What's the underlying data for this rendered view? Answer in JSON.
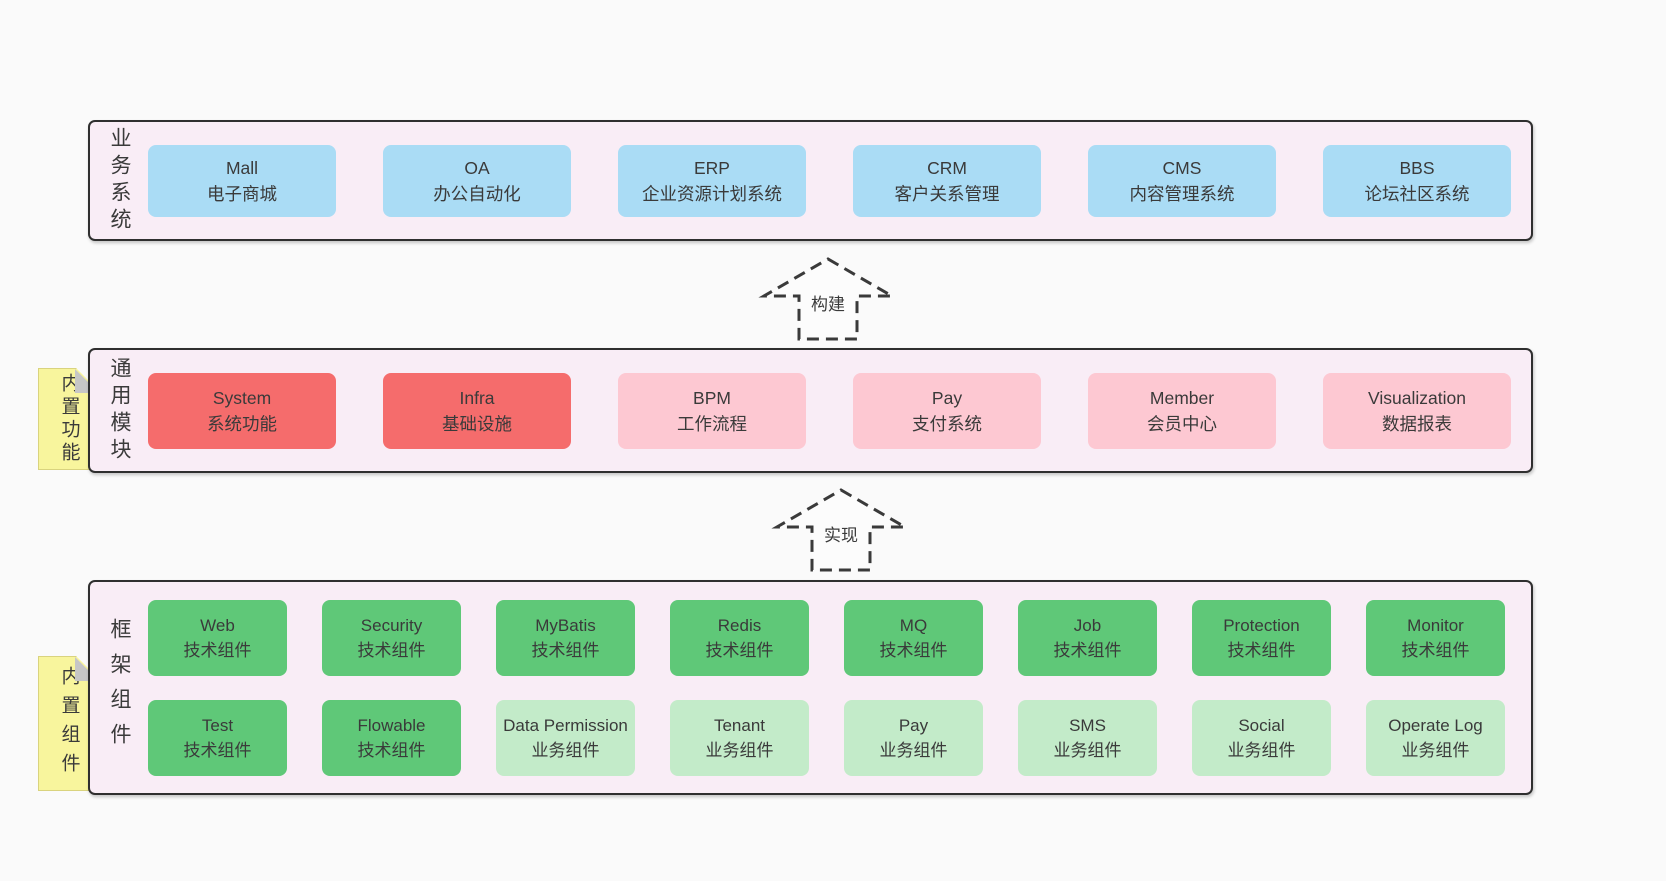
{
  "palette": {
    "page_bg": "#fafafa",
    "panel_bg": "#f9edf6",
    "panel_border": "#2f2f2f",
    "box_blue": "#aadcf5",
    "box_red": "#f56c6c",
    "box_pink": "#fdc8d2",
    "box_green_dark": "#5fc878",
    "box_green_light": "#c3ebc9",
    "note_yellow": "#f8f59d",
    "note_fold_gray": "#c6c6c6",
    "text": "#3a3a3a"
  },
  "arrows": {
    "build": "构建",
    "implement": "实现"
  },
  "sections": {
    "business": {
      "label": "业务系统",
      "boxes": [
        {
          "title": "Mall",
          "subtitle": "电子商城"
        },
        {
          "title": "OA",
          "subtitle": "办公自动化"
        },
        {
          "title": "ERP",
          "subtitle": "企业资源计划系统"
        },
        {
          "title": "CRM",
          "subtitle": "客户关系管理"
        },
        {
          "title": "CMS",
          "subtitle": "内容管理系统"
        },
        {
          "title": "BBS",
          "subtitle": "论坛社区系统"
        }
      ]
    },
    "modules": {
      "label": "通用模块",
      "note": "内置功能",
      "boxes": [
        {
          "title": "System",
          "subtitle": "系统功能"
        },
        {
          "title": "Infra",
          "subtitle": "基础设施"
        },
        {
          "title": "BPM",
          "subtitle": "工作流程"
        },
        {
          "title": "Pay",
          "subtitle": "支付系统"
        },
        {
          "title": "Member",
          "subtitle": "会员中心"
        },
        {
          "title": "Visualization",
          "subtitle": "数据报表"
        }
      ]
    },
    "components": {
      "label": "框架组件",
      "note": "内置组件",
      "row1": [
        {
          "title": "Web",
          "subtitle": "技术组件"
        },
        {
          "title": "Security",
          "subtitle": "技术组件"
        },
        {
          "title": "MyBatis",
          "subtitle": "技术组件"
        },
        {
          "title": "Redis",
          "subtitle": "技术组件"
        },
        {
          "title": "MQ",
          "subtitle": "技术组件"
        },
        {
          "title": "Job",
          "subtitle": "技术组件"
        },
        {
          "title": "Protection",
          "subtitle": "技术组件"
        },
        {
          "title": "Monitor",
          "subtitle": "技术组件"
        }
      ],
      "row2": [
        {
          "title": "Test",
          "subtitle": "技术组件"
        },
        {
          "title": "Flowable",
          "subtitle": "技术组件"
        },
        {
          "title": "Data Permission",
          "subtitle": "业务组件"
        },
        {
          "title": "Tenant",
          "subtitle": "业务组件"
        },
        {
          "title": "Pay",
          "subtitle": "业务组件"
        },
        {
          "title": "SMS",
          "subtitle": "业务组件"
        },
        {
          "title": "Social",
          "subtitle": "业务组件"
        },
        {
          "title": "Operate Log",
          "subtitle": "业务组件"
        }
      ]
    }
  }
}
